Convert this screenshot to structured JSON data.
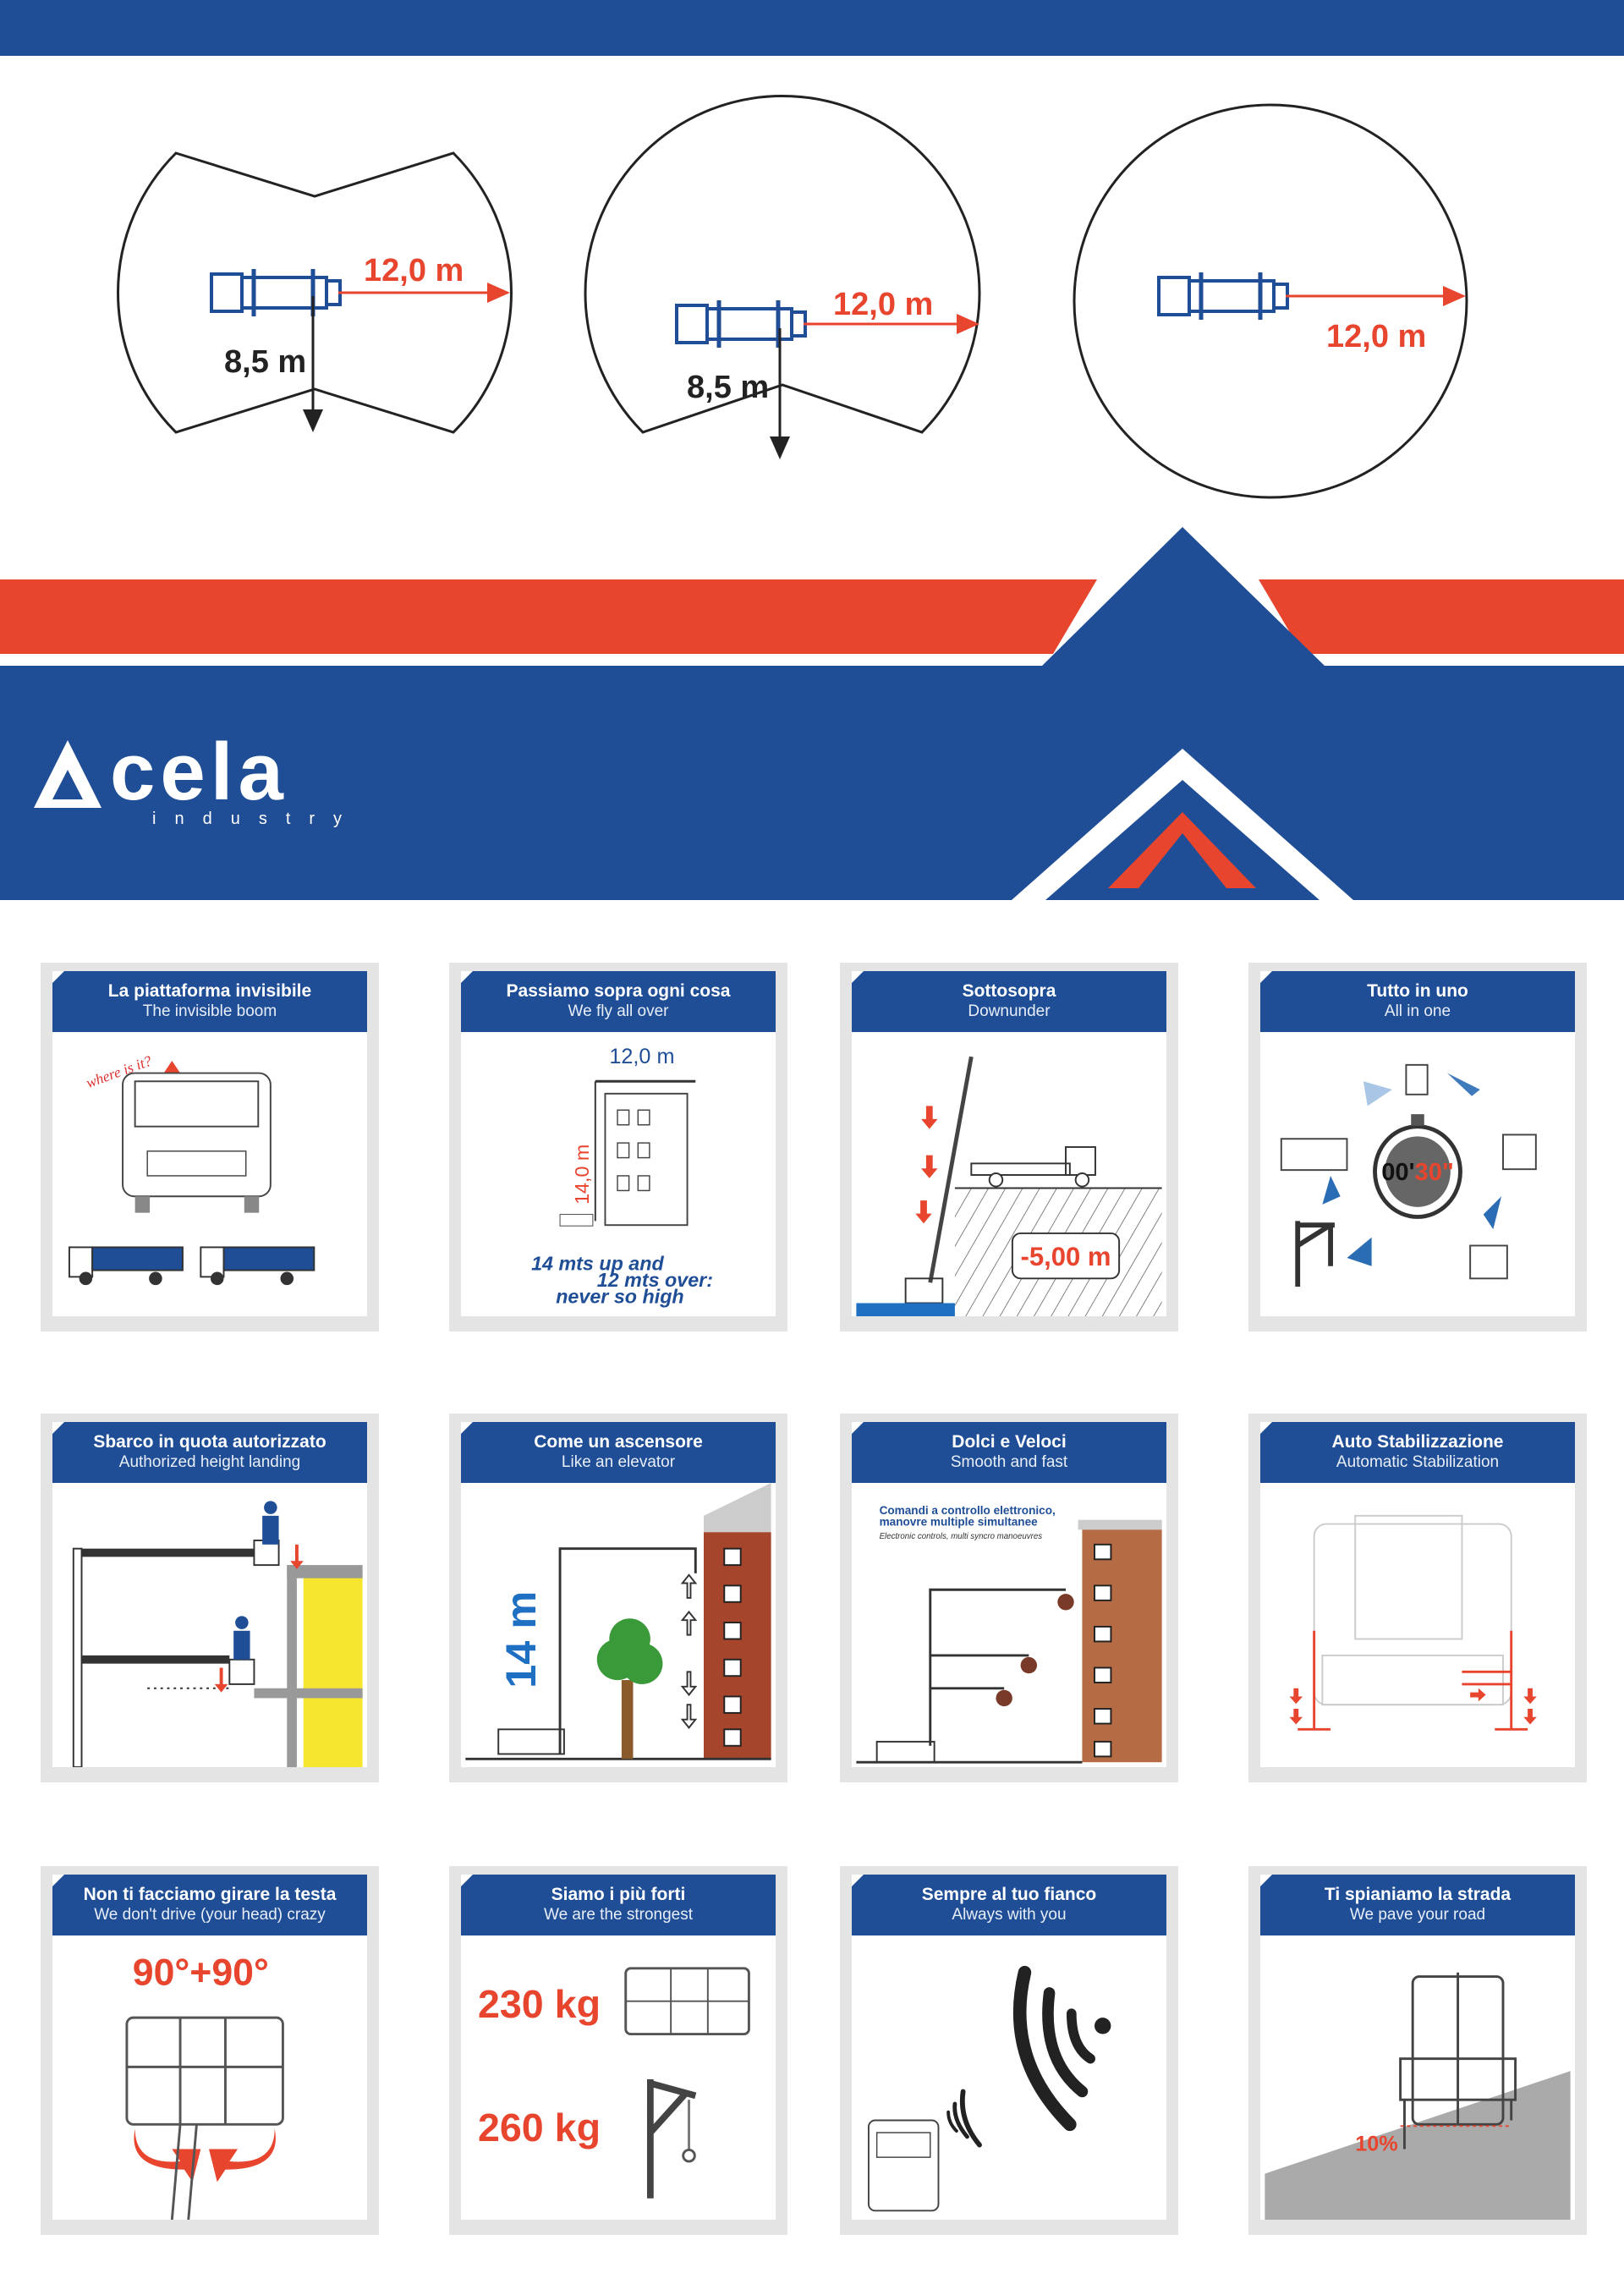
{
  "diagrams": {
    "radius_horizontal": "12,0 m",
    "radius_vertical": "8,5 m"
  },
  "logo": {
    "name": "cela",
    "tagline": "industry"
  },
  "colors": {
    "blue": "#1f4e96",
    "red": "#e8452f",
    "gray": "#e4e4e4"
  },
  "cards": [
    {
      "title": "La piattaforma invisibile",
      "subtitle": "The invisible boom",
      "note": "where is it?"
    },
    {
      "title": "Passiamo sopra ogni cosa",
      "subtitle": "We fly all over",
      "width": "12,0 m",
      "height": "14,0 m",
      "caption1": "14 mts up and",
      "caption2": "12 mts over:",
      "caption3": "never so high"
    },
    {
      "title": "Sottosopra",
      "subtitle": "Downunder",
      "depth": "-5,00 m"
    },
    {
      "title": "Tutto in uno",
      "subtitle": "All in one",
      "timer_min": "00'",
      "timer_sec": "30\""
    },
    {
      "title": "Sbarco in quota autorizzato",
      "subtitle": "Authorized height landing"
    },
    {
      "title": "Come un ascensore",
      "subtitle": "Like an elevator",
      "height": "14 m"
    },
    {
      "title": "Dolci e Veloci",
      "subtitle": "Smooth and fast",
      "note1": "Comandi a controllo elettronico,",
      "note2": "manovre multiple simultanee",
      "note_en": "Electronic controls, multi syncro manoeuvres"
    },
    {
      "title": "Auto Stabilizzazione",
      "subtitle": "Automatic Stabilization"
    },
    {
      "title": "Non ti facciamo girare la testa",
      "subtitle": "We don't drive (your head) crazy",
      "rotation": "90°+90°"
    },
    {
      "title": "Siamo i più forti",
      "subtitle": "We are the strongest",
      "load_basket": "230 kg",
      "load_winch": "260 kg"
    },
    {
      "title": "Sempre al tuo fianco",
      "subtitle": "Always with you"
    },
    {
      "title": "Ti spianiamo la strada",
      "subtitle": "We pave your road",
      "slope": "10%"
    }
  ]
}
